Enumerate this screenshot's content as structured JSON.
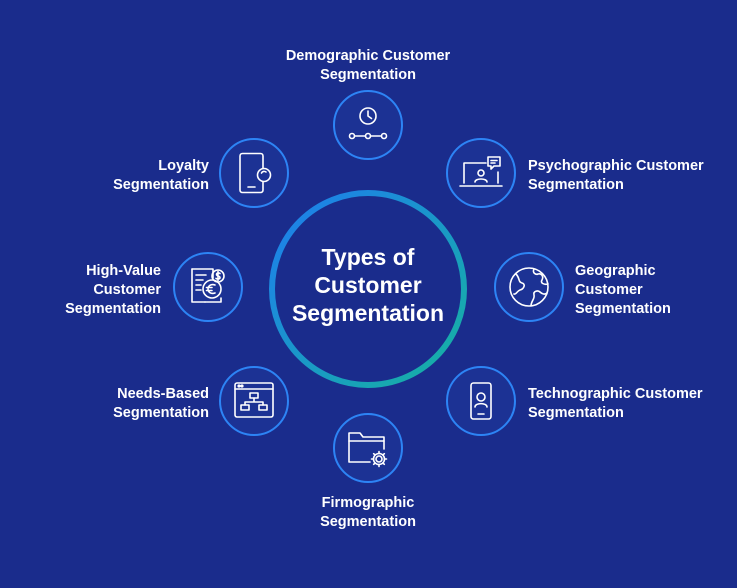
{
  "diagram": {
    "title": "Types of\nCustomer\nSegmentation",
    "colors": {
      "background": "#1a2c8c",
      "ring_start": "#1e7cf0",
      "ring_end": "#16b3a0",
      "node_border": "#2d84f5",
      "node_fill": "#1c3294",
      "icon_stroke": "#ffffff"
    },
    "segments": [
      {
        "id": "demographic",
        "label": "Demographic Customer\nSegmentation",
        "icon": "clock-timeline-icon"
      },
      {
        "id": "psychographic",
        "label": "Psychographic Customer\nSegmentation",
        "icon": "laptop-chat-icon"
      },
      {
        "id": "geographic",
        "label": "Geographic\nCustomer\nSegmentation",
        "icon": "globe-icon"
      },
      {
        "id": "technographic",
        "label": "Technographic Customer\nSegmentation",
        "icon": "mobile-user-icon"
      },
      {
        "id": "firmographic",
        "label": "Firmographic\nSegmentation",
        "icon": "folder-gear-icon"
      },
      {
        "id": "needs-based",
        "label": "Needs-Based\nSegmentation",
        "icon": "browser-flowchart-icon"
      },
      {
        "id": "high-value",
        "label": "High-Value\nCustomer\nSegmentation",
        "icon": "receipt-coins-icon"
      },
      {
        "id": "loyalty",
        "label": "Loyalty\nSegmentation",
        "icon": "device-card-icon"
      }
    ]
  }
}
